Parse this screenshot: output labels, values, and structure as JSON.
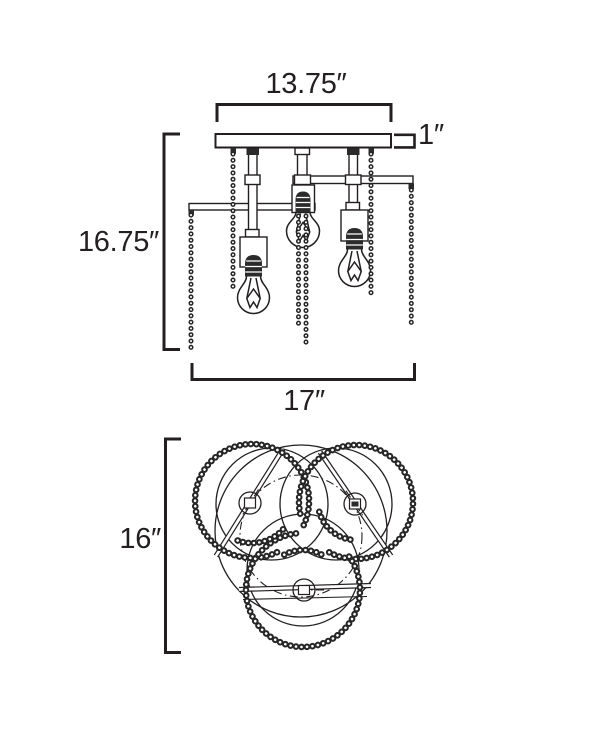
{
  "colors": {
    "line": "#231f20",
    "background": "#ffffff"
  },
  "diagram": {
    "front_view": {
      "width_label": "13.75″",
      "canopy_thickness_label": "1″",
      "height_label": "16.75″",
      "overall_width_label": "17″"
    },
    "plan_view": {
      "width_label": "16″"
    }
  }
}
